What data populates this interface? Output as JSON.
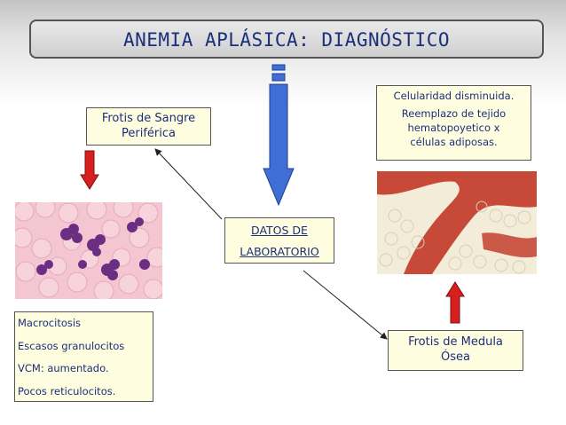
{
  "slide": {
    "title": "ANEMIA APLÁSICA: DIAGNÓSTICO"
  },
  "nodes": {
    "frotis_sangre": [
      "Frotis de Sangre",
      "Periférica"
    ],
    "datos_laboratorio": [
      "DATOS DE",
      "LABORATORIO"
    ],
    "celularidad": [
      "Celularidad disminuida.",
      "",
      "Reemplazo de tejido",
      "hematopoyetico x",
      "células adiposas."
    ],
    "frotis_medula": [
      "Frotis de Medula",
      "Ósea"
    ],
    "findings": [
      "Macrocitosis",
      "Escasos granulocitos",
      "VCM: aumentado.",
      "Pocos reticulocitos."
    ]
  },
  "colors": {
    "title_text": "#1b2f7a",
    "box_fill": "#fffde0",
    "big_arrow": "#3f6fd6",
    "red_arrow": "#d81f1f",
    "marrow_red": "#c4402e",
    "marrow_fat": "#f2ecd8",
    "blood_bg": "#f4c6d2",
    "nucleus": "#6a2f83"
  },
  "images": {
    "blood_smear": "blood-smear-micrograph",
    "bone_marrow": "bone-marrow-micrograph"
  }
}
